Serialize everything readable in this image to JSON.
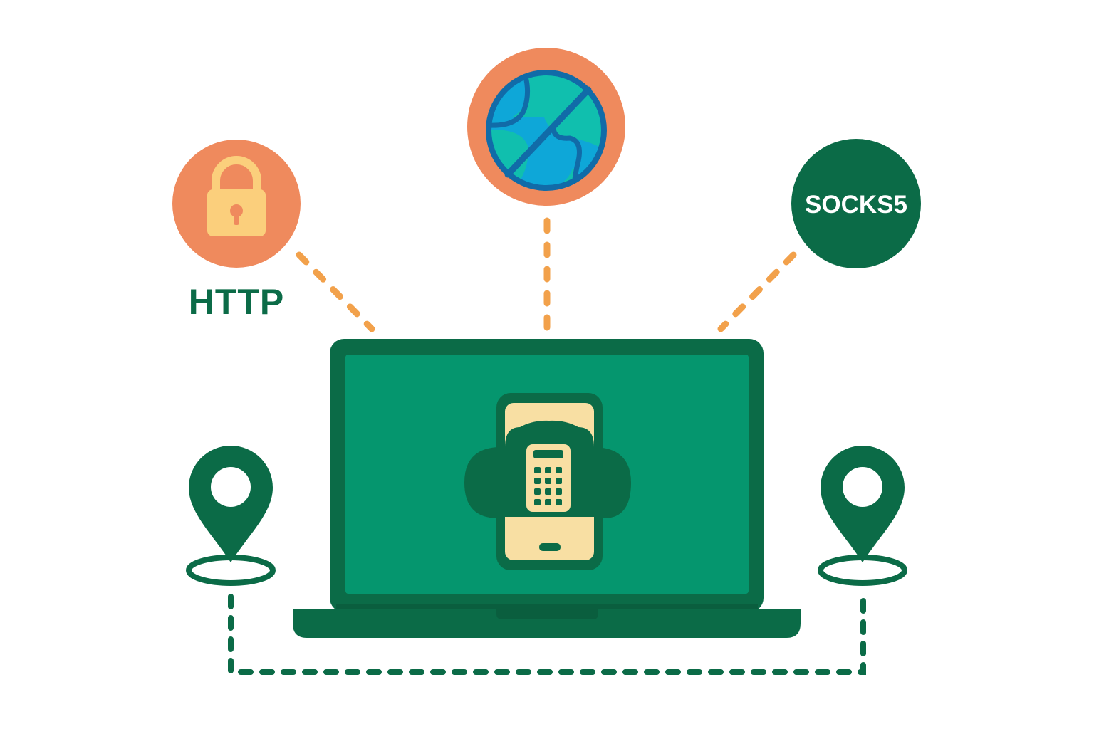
{
  "labels": {
    "http": "HTTP",
    "socks5": "SOCKS5"
  },
  "icons": {
    "http_node": "lock-icon",
    "center_node": "globe-blocked-icon",
    "socks_node": "socks5-badge",
    "device": "laptop-icon",
    "device_screen": "smartphone-calculator-icon",
    "left_location": "map-pin-icon",
    "right_location": "map-pin-icon"
  },
  "colors": {
    "dark_green": "#0b6b47",
    "screen_green": "#05966e",
    "orange": "#ef8a5d",
    "dash_orange": "#f2a14b",
    "cream": "#f8dfa3",
    "lock_yellow": "#fbcf7c",
    "globe_blue": "#0ea7d8",
    "globe_teal": "#10bfae",
    "globe_outline": "#116ba8"
  }
}
